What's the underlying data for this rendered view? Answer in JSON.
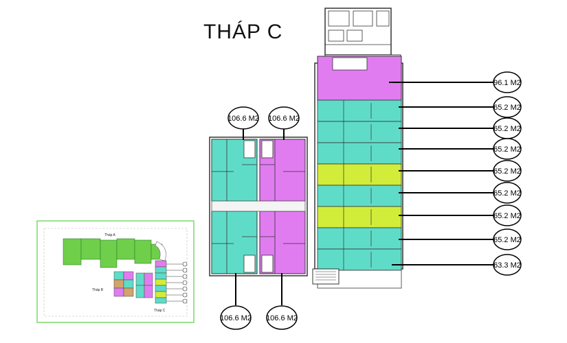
{
  "title": "THÁP C",
  "colors": {
    "teal": "#5fdcc8",
    "magenta": "#e07cf0",
    "lime": "#d2ec3a",
    "green": "#6fcf4a",
    "inset_border": "#7cd96a"
  },
  "left_block_labels": {
    "top_left": "106.6 M2",
    "top_right": "106.6 M2",
    "bottom_left": "106.6 M2",
    "bottom_right": "106.6 M2"
  },
  "right_tower_labels": [
    "96.1 M2",
    "65.2 M2",
    "65.2 M2",
    "65.2 M2",
    "65.2 M2",
    "65.2 M2",
    "65.2 M2",
    "65.2 M2",
    "63.3 M2"
  ],
  "inset": {
    "tower_a": "Tháp A",
    "tower_b": "Tháp B",
    "tower_c": "Tháp C"
  }
}
